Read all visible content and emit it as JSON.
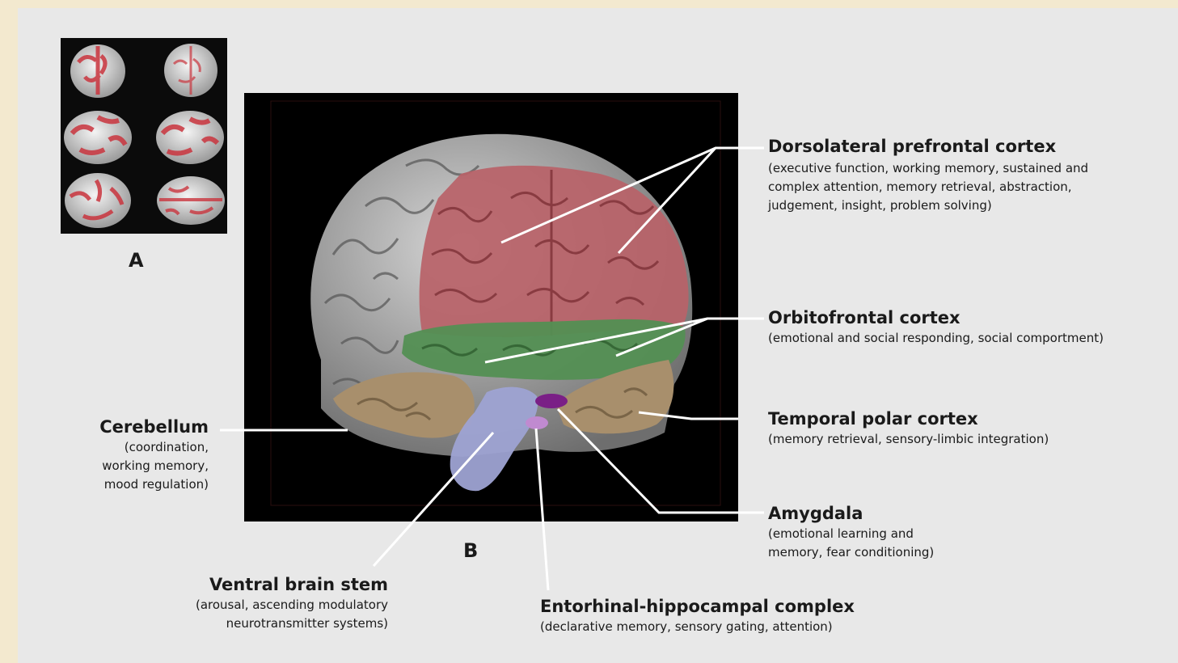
{
  "figure": {
    "panel_a_label": "A",
    "panel_b_label": "B"
  },
  "regions": {
    "dlpfc": {
      "title": "Dorsolateral prefrontal cortex",
      "desc_lines": [
        "(executive function, working memory, sustained and",
        "complex attention, memory retrieval, abstraction,",
        "judgement, insight, problem solving)"
      ],
      "color": "#c46a6f"
    },
    "ofc": {
      "title": "Orbitofrontal cortex",
      "desc_lines": [
        "(emotional and social responding, social comportment)"
      ],
      "color": "#5e9a5c"
    },
    "tpc": {
      "title": "Temporal polar cortex",
      "desc_lines": [
        "(memory retrieval, sensory-limbic integration)"
      ],
      "color": "#b59b76"
    },
    "amygdala": {
      "title": "Amygdala",
      "desc_lines": [
        "(emotional learning and",
        "memory, fear conditioning)"
      ],
      "color": "#7a1f86"
    },
    "cerebellum": {
      "title": "Cerebellum",
      "desc_lines": [
        "(coordination,",
        "working memory,",
        "mood regulation)"
      ],
      "color": "#9a9a9a"
    },
    "brainstem": {
      "title": "Ventral brain stem",
      "desc_lines": [
        "(arousal, ascending modulatory",
        "neurotransmitter systems)"
      ],
      "color": "#9ea3d3"
    },
    "hippocampal": {
      "title": "Entorhinal-hippocampal complex",
      "desc_lines": [
        "(declarative memory, sensory gating, attention)"
      ],
      "color": "#c08ad0"
    }
  }
}
